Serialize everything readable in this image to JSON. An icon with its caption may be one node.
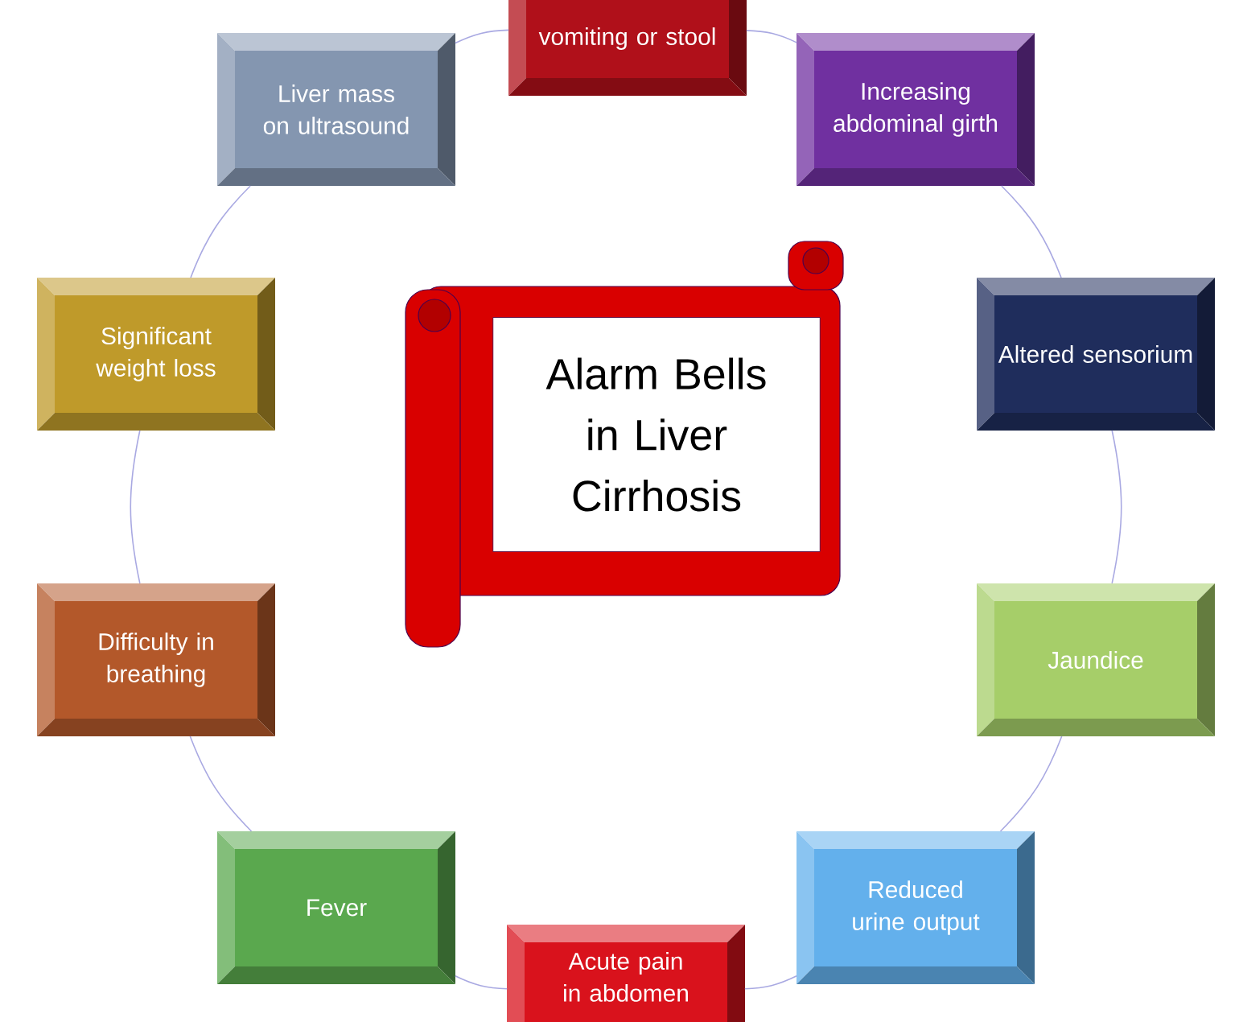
{
  "diagram": {
    "nodes": [
      {
        "text": [
          "Alarm Bells in Liver Cirrhosis"
        ]
      },
      {
        "text": [
          "vomiting or stool"
        ]
      },
      {
        "text": [
          "Increasing abdominal girth"
        ]
      },
      {
        "text": [
          "Altered sensorium"
        ]
      },
      {
        "text": [
          "Jaundice"
        ]
      },
      {
        "text": [
          "Reduced urine output"
        ]
      },
      {
        "text": [
          "Acute pain in abdomen"
        ]
      },
      {
        "text": [
          "Fever"
        ]
      },
      {
        "text": [
          "Difficulty in breathing"
        ]
      },
      {
        "text": [
          "Significant weight loss"
        ]
      },
      {
        "text": [
          "Liver mass on ultrasound"
        ]
      }
    ],
    "edges": [
      {
        "from": 1,
        "to": 2,
        "arrow": "none"
      },
      {
        "from": 2,
        "to": 3,
        "arrow": "none"
      },
      {
        "from": 3,
        "to": 4,
        "arrow": "none"
      },
      {
        "from": 4,
        "to": 5,
        "arrow": "none"
      },
      {
        "from": 5,
        "to": 6,
        "arrow": "none"
      },
      {
        "from": 6,
        "to": 7,
        "arrow": "none"
      },
      {
        "from": 7,
        "to": 8,
        "arrow": "none"
      },
      {
        "from": 8,
        "to": 9,
        "arrow": "none"
      },
      {
        "from": 9,
        "to": 10,
        "arrow": "none"
      },
      {
        "from": 10,
        "to": 1,
        "arrow": "none"
      }
    ]
  }
}
